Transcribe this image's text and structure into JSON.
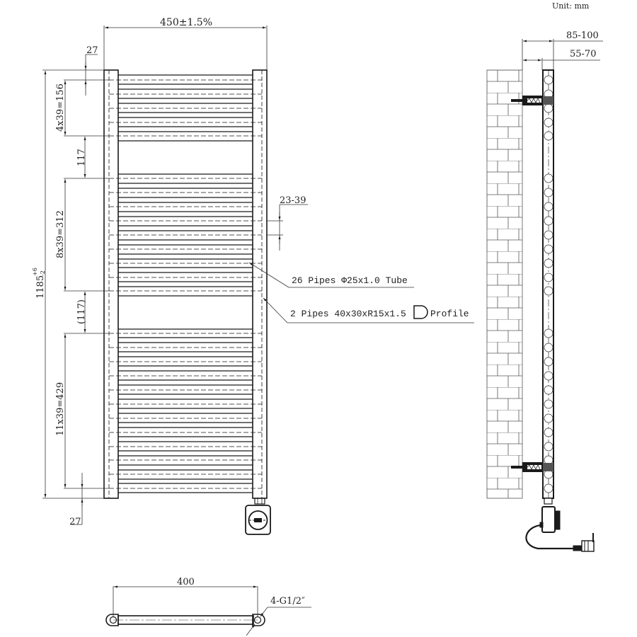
{
  "unit_label": "Unit: mm",
  "front_view": {
    "width_dim": "450±1.5%",
    "top_offset_dim": "27",
    "bottom_offset_dim": "27",
    "group1_dim": "4x39=156",
    "gap1_dim": "117",
    "group2_dim": "8x39=312",
    "gap2_dim": "(117)",
    "group3_dim": "11x39=429",
    "height_dim_main": "1185",
    "height_dim_tol_upper": "+6",
    "height_dim_tol_lower": "-2",
    "pipe_spacing_dim": "23-39",
    "callout_pipes": "26 Pipes Φ25x1.0 Tube",
    "callout_profile_prefix": "2 Pipes 40x30xR15x1.5",
    "callout_profile_suffix": "Profile"
  },
  "side_view": {
    "depth_outer_dim": "85-100",
    "depth_inner_dim": "55-70"
  },
  "bottom_view": {
    "centers_dim": "400",
    "connection_label": "4-G1/2″"
  },
  "colors": {
    "line": "#1a1a1a",
    "thin_line": "#444444",
    "background": "#ffffff"
  }
}
